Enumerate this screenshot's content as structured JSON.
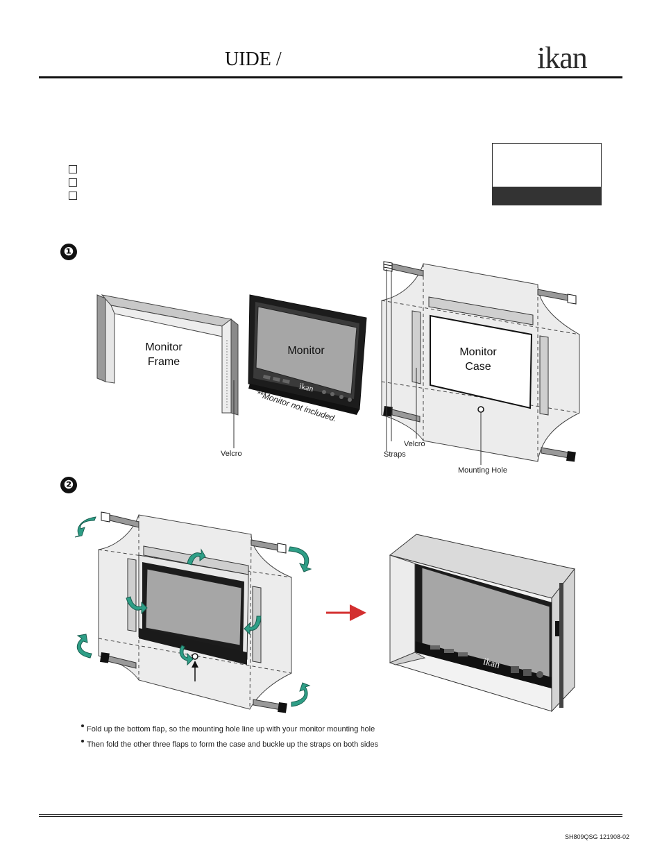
{
  "header": {
    "title": "UIDE /",
    "logo": "ikan"
  },
  "figure1": {
    "step": "❶",
    "frame_label": "Monitor\nFrame",
    "monitor_label": "Monitor",
    "monitor_brand": "ikan",
    "monitor_note": "**Monitor not included.",
    "case_label": "Monitor\nCase",
    "velcro_left": "Velcro",
    "velcro_right": "Velcro",
    "straps": "Straps",
    "mounting_hole": "Mounting Hole"
  },
  "figure2": {
    "step": "❷",
    "brand": "ikan",
    "instructions": [
      "Fold up the bottom flap, so the mounting hole line up with your monitor mounting hole",
      "Then fold the other three flaps to form the case and buckle up the straps on both sides"
    ]
  },
  "footer": {
    "doc_code": "SH809QSG 121908-02"
  },
  "colors": {
    "case_fill": "#ececec",
    "arrow_green": "#2e9e86",
    "arrow_red": "#d32f2f",
    "dark": "#333333"
  }
}
